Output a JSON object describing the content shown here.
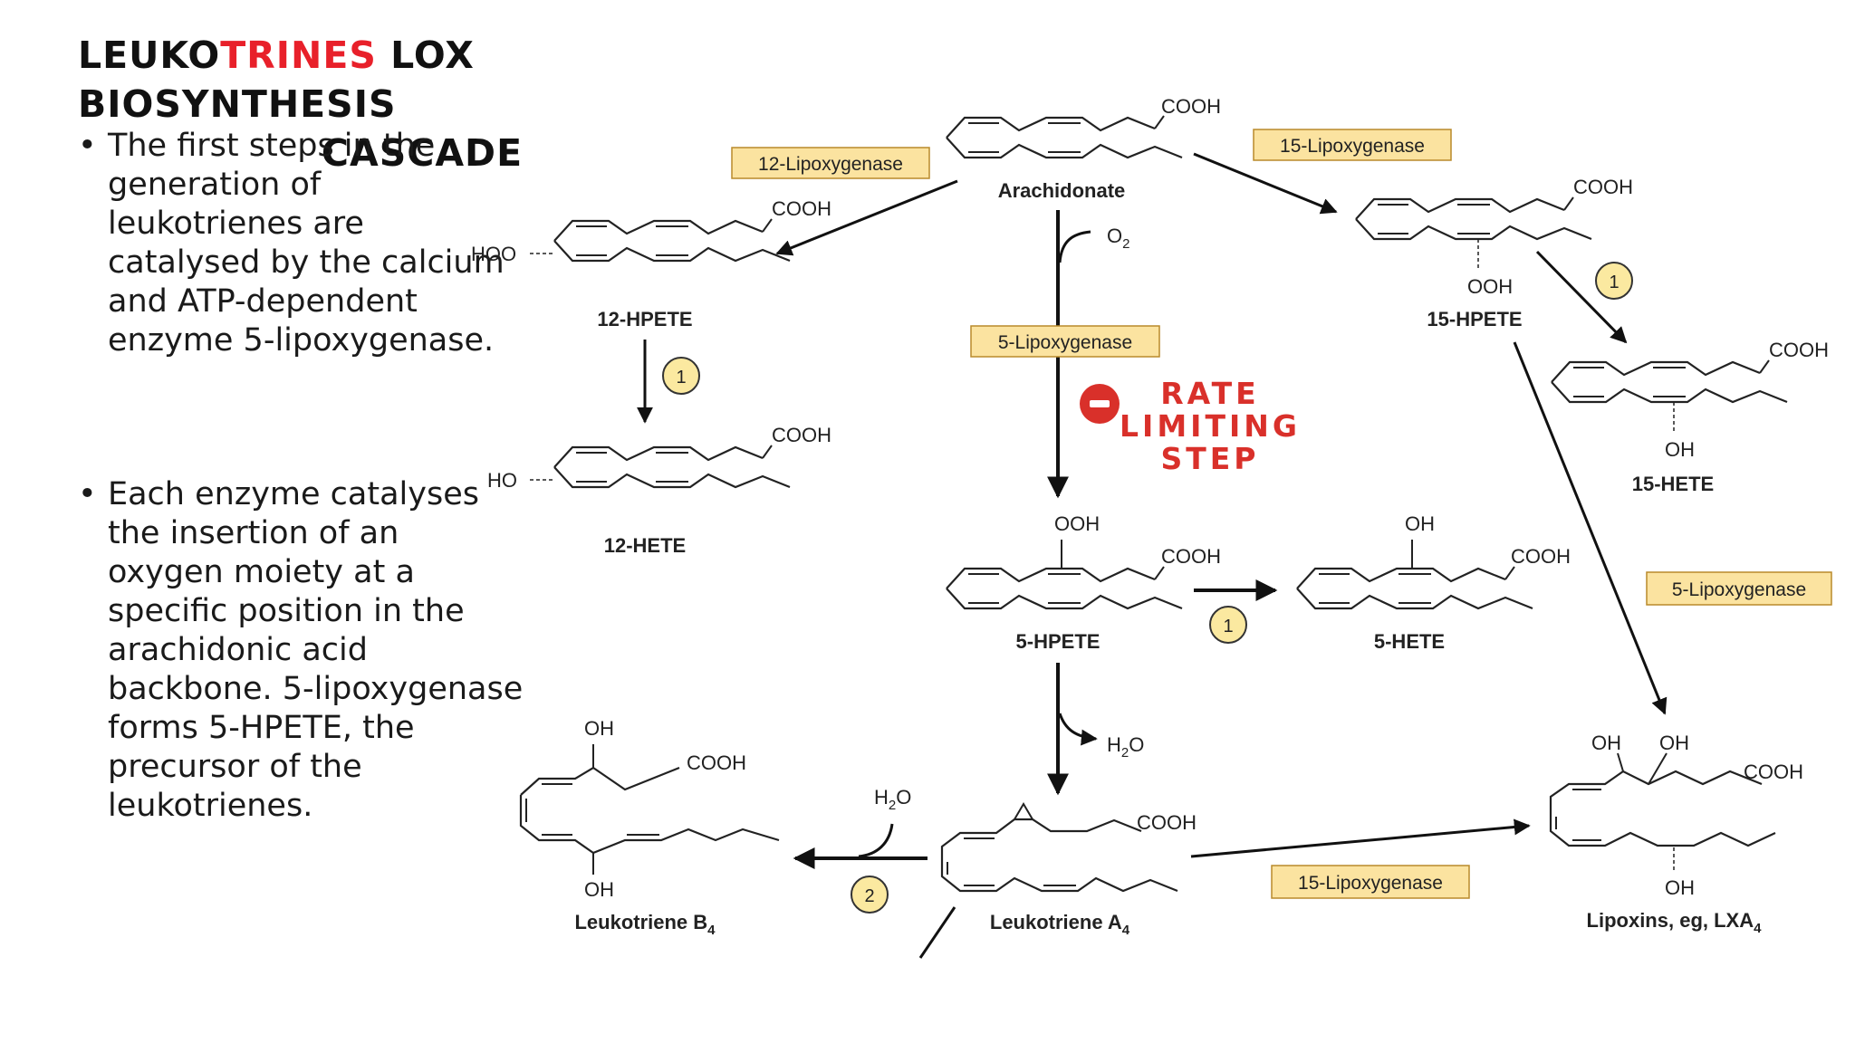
{
  "title": {
    "part1": "LEUKO",
    "part2": "TRINES",
    "part3": " LOX BIOSYNTHESIS",
    "line2": "CASCADE"
  },
  "bullets": [
    "The first steps in the generation of leukotrienes are catalysed by the calcium and ATP-dependent enzyme 5-lipoxygenase.",
    "Each enzyme catalyses the insertion of an oxygen moiety at a specific position in the arachidonic acid backbone. 5-lipoxygenase forms 5-HPETE, the precursor of the leukotrienes."
  ],
  "diagram": {
    "compounds": {
      "arachidonate": "Arachidonate",
      "hpete12": "12-HPETE",
      "hete12": "12-HETE",
      "hpete15": "15-HPETE",
      "hete15": "15-HETE",
      "hpete5": "5-HPETE",
      "hete5": "5-HETE",
      "ltb4": "Leukotriene B",
      "lta4": "Leukotriene A",
      "lipoxins": "Lipoxins, eg, LXA",
      "subscript4": "4"
    },
    "groups": {
      "cooh": "COOH",
      "hoo": "HOO",
      "ho": "HO",
      "ooh": "OOH",
      "oh": "OH",
      "o2": "O",
      "o2sub": "2",
      "h2o_h": "H",
      "h2o_sub": "2",
      "h2o_o": "O"
    },
    "enzymes": {
      "lox12": "12-Lipoxygenase",
      "lox15_top": "15-Lipoxygenase",
      "lox5_center": "5-Lipoxygenase",
      "lox5_right": "5-Lipoxygenase",
      "lox15_bottom": "15-Lipoxygenase"
    },
    "steps": {
      "one": "1",
      "two": "2"
    },
    "rate_limiting": {
      "line1": "RATE",
      "line2": "LIMITING",
      "line3": "STEP",
      "icon_color": "#d9302a"
    },
    "colors": {
      "enzyme_box": "#fbe3a0",
      "enzyme_border": "#b98a2b",
      "step_circle": "#fbe9a0",
      "accent_red": "#e8202a"
    }
  }
}
